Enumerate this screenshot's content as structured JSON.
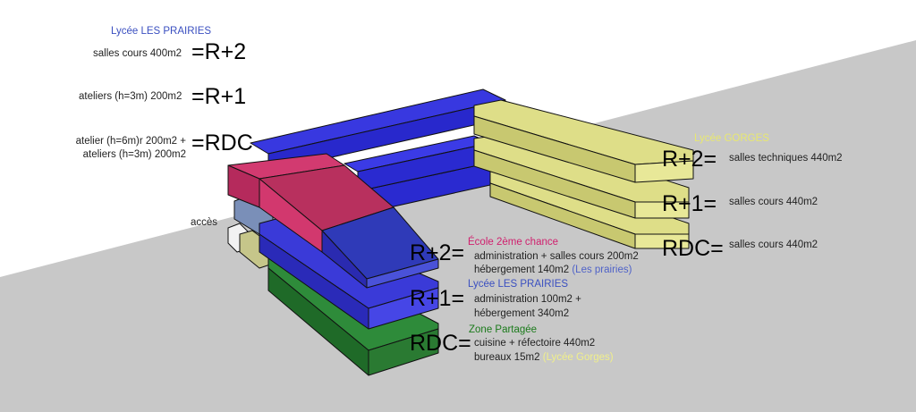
{
  "colors": {
    "ground": "#c8c8c8",
    "les_prairies_title": "#3a4fc0",
    "ecole_title": "#d0206e",
    "zone_partagee_title": "#1a7a1a",
    "gorges_title": "#e8e870",
    "prairies_note": "#4f62c8",
    "gorges_note": "#f0ef8a"
  },
  "left_legend": {
    "title": "Lycée LES PRAIRIES",
    "rows": [
      {
        "desc": "salles cours 400m2",
        "level": "=R+2"
      },
      {
        "desc": "ateliers (h=3m) 200m2",
        "level": "=R+1"
      },
      {
        "desc_line1": "atelier (h=6m)r 200m2 +",
        "desc_line2": "ateliers (h=3m) 200m2",
        "level": "=RDC"
      }
    ]
  },
  "access_label": "accès",
  "right_legend": {
    "title": "Lycée GORGES",
    "rows": [
      {
        "level": "R+2=",
        "desc": "salles techniques 440m2"
      },
      {
        "level": "R+1=",
        "desc": "salles cours 440m2"
      },
      {
        "level": "RDC=",
        "desc": "salles cours 440m2"
      }
    ]
  },
  "center_legend": {
    "r2": {
      "level": "R+2=",
      "title": "École 2ème chance",
      "line1": "administration + salles cours 200m2",
      "line2": "hébergement 140m2",
      "note": "(Les prairies)"
    },
    "r1": {
      "level": "R+1=",
      "title": "Lycée LES PRAIRIES",
      "line1": "administration 100m2 +",
      "line2": "hébergement 340m2"
    },
    "rdc": {
      "level": "RDC=",
      "title": "Zone Partagée",
      "line1": "cuisine + réfectoire 440m2",
      "line2": "bureaux 15m2",
      "note": "(Lycée Gorges)"
    }
  }
}
